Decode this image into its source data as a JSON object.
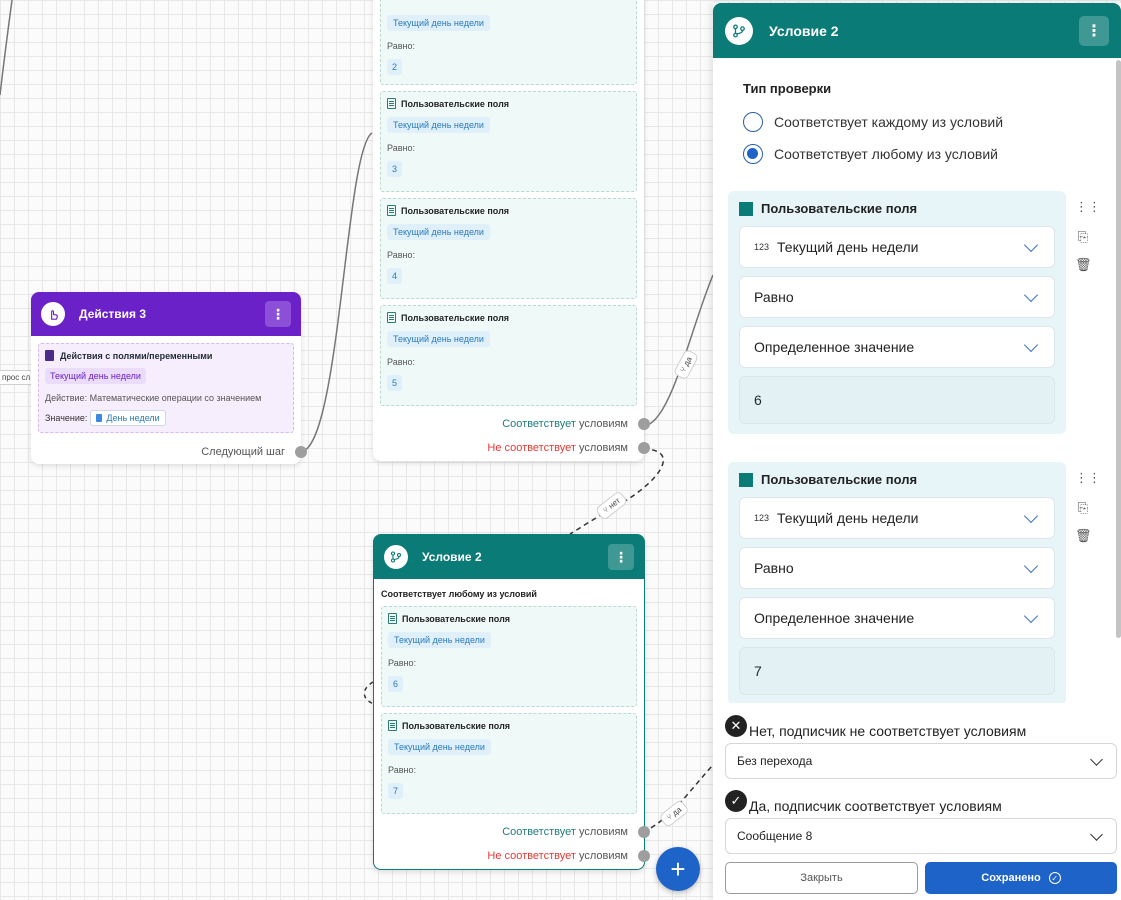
{
  "canvas": {
    "left_edge_label": "прос сл",
    "actions_node": {
      "title": "Действия 3",
      "menu": "⋮",
      "item_title": "Действия с полями/переменными",
      "field_chip": "Текущий день недели",
      "action_text": "Действие: Математические операции со значением",
      "value_label": "Значение:",
      "value_chip": "День недели",
      "next_label": "Следующий шаг"
    },
    "top_condition_node": {
      "partial_block": {
        "chip": "Текущий день недели",
        "label": "Равно:",
        "value": "2"
      },
      "blocks": [
        {
          "title": "Пользовательские поля",
          "chip": "Текущий день недели",
          "label": "Равно:",
          "value": "3"
        },
        {
          "title": "Пользовательские поля",
          "chip": "Текущий день недели",
          "label": "Равно:",
          "value": "4"
        },
        {
          "title": "Пользовательские поля",
          "chip": "Текущий день недели",
          "label": "Равно:",
          "value": "5"
        }
      ],
      "out_yes_colored": "Соответствует",
      "out_yes_rest": " условиям",
      "out_no_colored": "Не соответствует",
      "out_no_rest": " условиям"
    },
    "edge_yes_label": "да",
    "edge_no_label": "нет",
    "edge_yes_label_2": "да",
    "bottom_condition_node": {
      "title": "Условие 2",
      "menu": "⋮",
      "mode": "Соответствует любому из условий",
      "blocks": [
        {
          "title": "Пользовательские поля",
          "chip": "Текущий день недели",
          "label": "Равно:",
          "value": "6"
        },
        {
          "title": "Пользовательские поля",
          "chip": "Текущий день недели",
          "label": "Равно:",
          "value": "7"
        }
      ],
      "out_yes_colored": "Соответствует",
      "out_yes_rest": " условиям",
      "out_no_colored": "Не соответствует",
      "out_no_rest": " условиям"
    },
    "fab": "+"
  },
  "panel": {
    "title": "Условие 2",
    "menu": "⋮",
    "check_type_label": "Тип проверки",
    "radio_options": [
      {
        "label": "Соответствует каждому из условий",
        "selected": false
      },
      {
        "label": "Соответствует любому из условий",
        "selected": true
      }
    ],
    "conditions": [
      {
        "group": "Пользовательские поля",
        "field_prefix": "123",
        "field": "Текущий день недели",
        "operator": "Равно",
        "value_type": "Определенное значение",
        "value": "6"
      },
      {
        "group": "Пользовательские поля",
        "field_prefix": "123",
        "field": "Текущий день недели",
        "operator": "Равно",
        "value_type": "Определенное значение",
        "value": "7"
      }
    ],
    "no_branch": {
      "label": "Нет, подписчик не соответствует условиям",
      "selected": "Без перехода"
    },
    "yes_branch": {
      "label": "Да, подписчик соответствует условиям",
      "selected": "Сообщение 8"
    },
    "close_button": "Закрыть",
    "save_button": "Сохранено"
  },
  "colors": {
    "teal": "#0b7b77",
    "purple": "#6b21c8",
    "primary_blue": "#1e63c8",
    "red": "#e53935"
  }
}
